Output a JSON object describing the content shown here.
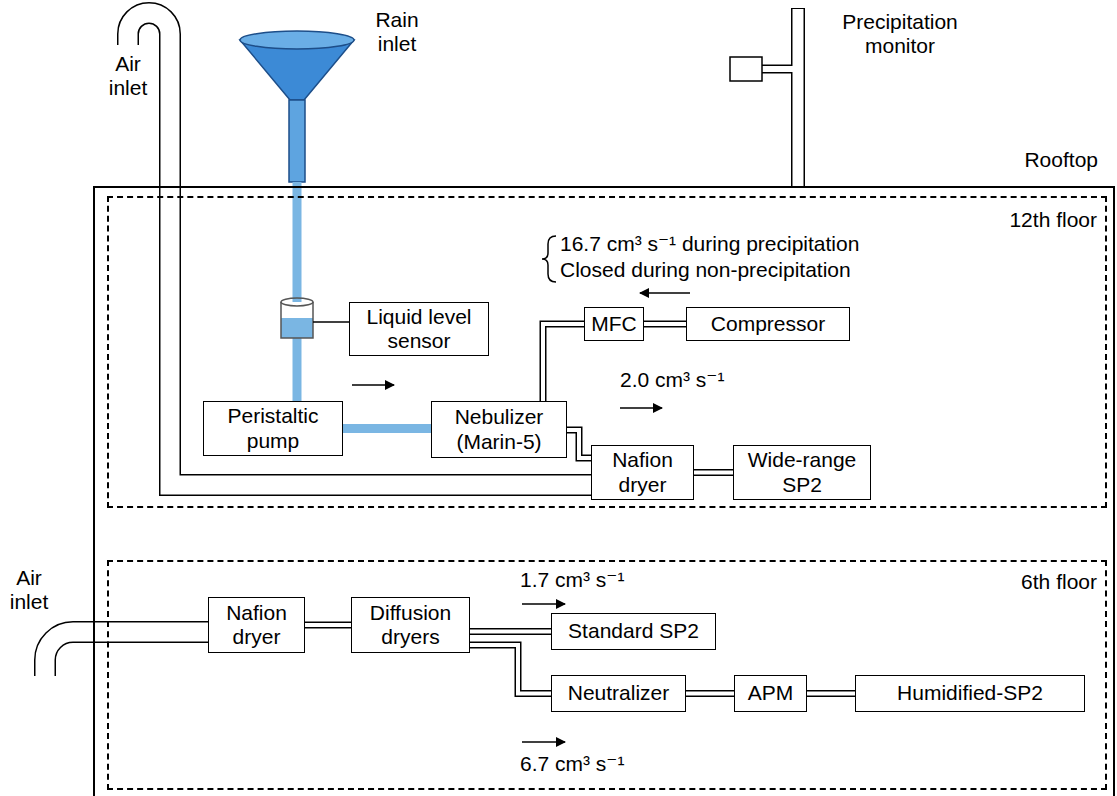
{
  "diagram": {
    "nodes": [
      {
        "text": [
          "Rooftop"
        ]
      },
      {
        "text": [
          "12th floor"
        ],
        "in": 0
      },
      {
        "text": [
          "Liquid level sensor"
        ],
        "in": 1
      },
      {
        "text": [
          "MFC"
        ],
        "in": 1
      },
      {
        "text": [
          "Compressor"
        ],
        "in": 1
      },
      {
        "text": [
          "Peristaltic pump"
        ],
        "in": 1
      },
      {
        "text": [
          "Nebulizer (Marin-5)"
        ],
        "in": 1
      },
      {
        "text": [
          "Nafion dryer"
        ],
        "in": 1
      },
      {
        "text": [
          "Wide-range SP2"
        ],
        "in": 1
      },
      {
        "text": [
          "6th floor"
        ],
        "in": 0
      },
      {
        "text": [
          "Nafion dryer"
        ],
        "in": 9
      },
      {
        "text": [
          "Diffusion dryers"
        ],
        "in": 9
      },
      {
        "text": [
          "Standard SP2"
        ],
        "in": 9
      },
      {
        "text": [
          "Neutralizer"
        ],
        "in": 9
      },
      {
        "text": [
          "APM"
        ],
        "in": 9
      },
      {
        "text": [
          "Humidified-SP2"
        ],
        "in": 9
      }
    ],
    "edges": [
      {
        "from": 5,
        "to": 6,
        "arrow": "none"
      },
      {
        "from": 4,
        "to": 3,
        "arrow": "none"
      },
      {
        "from": 3,
        "to": 6,
        "arrow": "none"
      },
      {
        "from": 6,
        "to": 7,
        "arrow": "none"
      },
      {
        "from": 7,
        "to": 8,
        "arrow": "none"
      },
      {
        "from": 10,
        "to": 11,
        "arrow": "none"
      },
      {
        "from": 11,
        "to": 12,
        "arrow": "none"
      },
      {
        "from": 11,
        "to": 13,
        "arrow": "none"
      },
      {
        "from": 13,
        "to": 14,
        "arrow": "none"
      },
      {
        "from": 14,
        "to": 15,
        "arrow": "none"
      }
    ],
    "labels": [
      "Air inlet",
      "Rain inlet",
      "Precipitation monitor",
      "16.7 cm³ s⁻¹ during precipitation",
      "Closed during non-precipitation",
      "2.0 cm³ s⁻¹",
      "Air inlet",
      "1.7 cm³ s⁻¹",
      "6.7 cm³ s⁻¹"
    ]
  }
}
